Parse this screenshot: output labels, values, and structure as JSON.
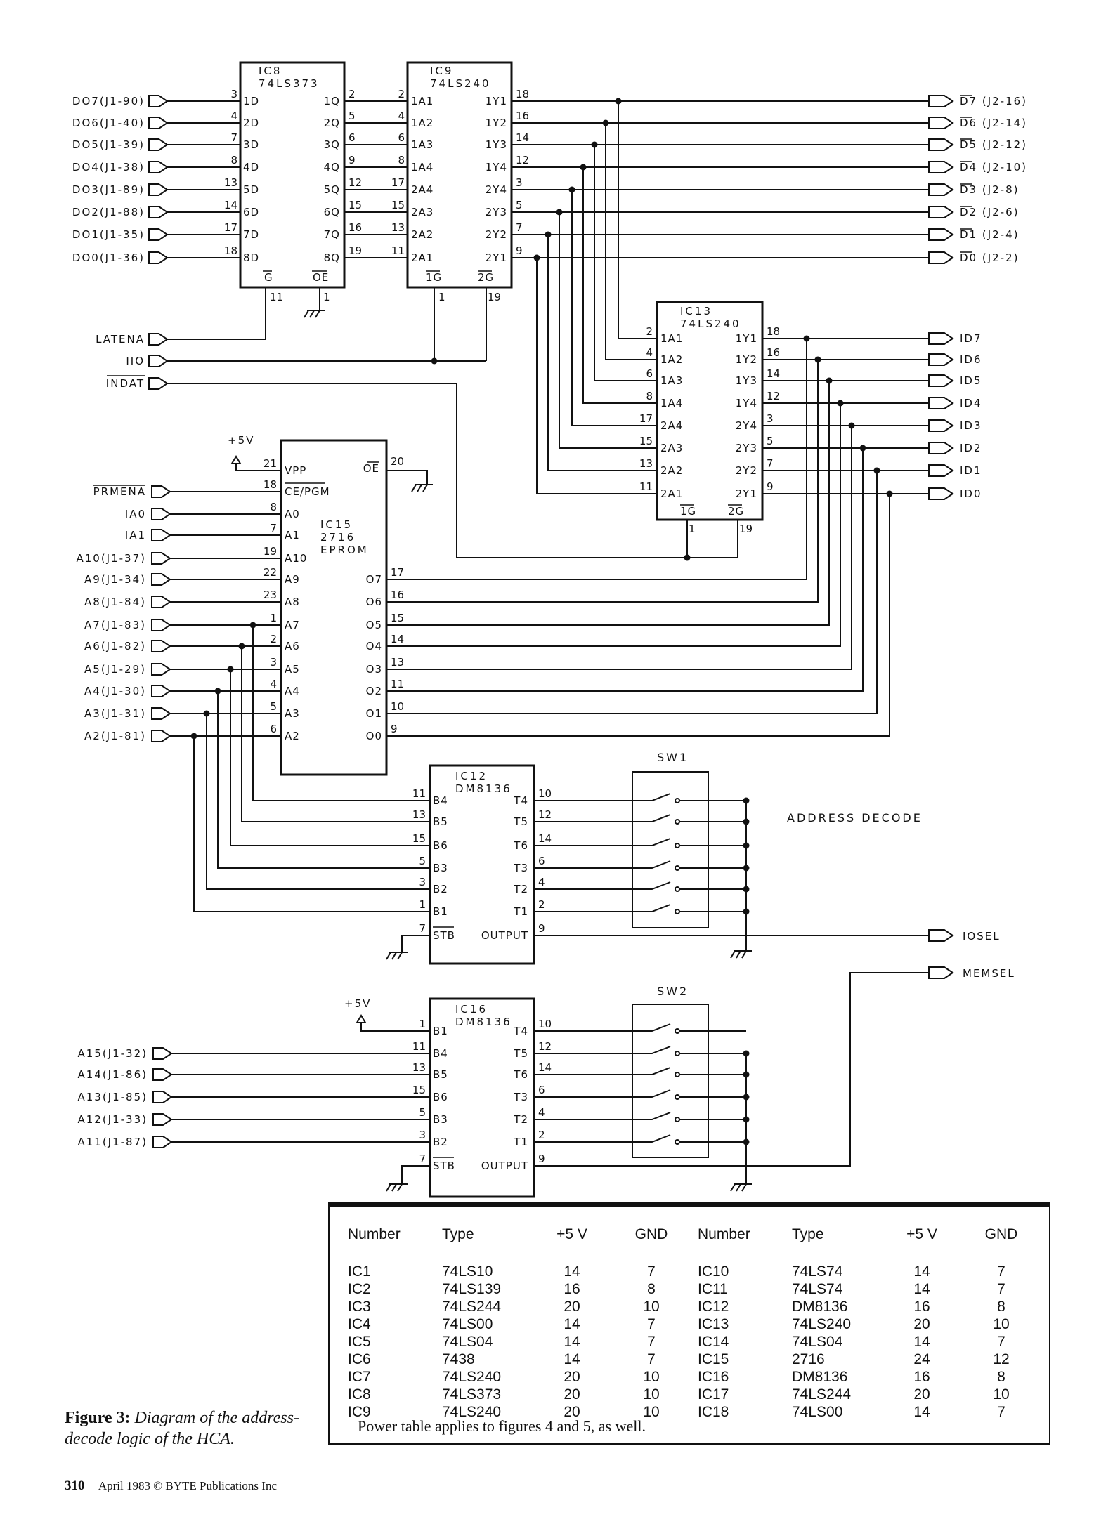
{
  "chips": {
    "ic8": {
      "name": "IC8",
      "type": "74LS373",
      "left_pins": [
        {
          "num": "3",
          "name": "1D"
        },
        {
          "num": "4",
          "name": "2D"
        },
        {
          "num": "7",
          "name": "3D"
        },
        {
          "num": "8",
          "name": "4D"
        },
        {
          "num": "13",
          "name": "5D"
        },
        {
          "num": "14",
          "name": "6D"
        },
        {
          "num": "17",
          "name": "7D"
        },
        {
          "num": "18",
          "name": "8D"
        }
      ],
      "right_pins": [
        {
          "num": "2",
          "name": "1Q"
        },
        {
          "num": "5",
          "name": "2Q"
        },
        {
          "num": "6",
          "name": "3Q"
        },
        {
          "num": "9",
          "name": "4Q"
        },
        {
          "num": "12",
          "name": "5Q"
        },
        {
          "num": "15",
          "name": "6Q"
        },
        {
          "num": "16",
          "name": "7Q"
        },
        {
          "num": "19",
          "name": "8Q"
        }
      ],
      "bottom_pins": [
        {
          "num": "11",
          "name": "G"
        },
        {
          "num": "1",
          "name": "OE"
        }
      ]
    },
    "ic9": {
      "name": "IC9",
      "type": "74LS240",
      "left_pins": [
        {
          "num": "2",
          "name": "1A1"
        },
        {
          "num": "4",
          "name": "1A2"
        },
        {
          "num": "6",
          "name": "1A3"
        },
        {
          "num": "8",
          "name": "1A4"
        },
        {
          "num": "17",
          "name": "2A4"
        },
        {
          "num": "15",
          "name": "2A3"
        },
        {
          "num": "13",
          "name": "2A2"
        },
        {
          "num": "11",
          "name": "2A1"
        }
      ],
      "right_pins": [
        {
          "num": "18",
          "name": "1Y1"
        },
        {
          "num": "16",
          "name": "1Y2"
        },
        {
          "num": "14",
          "name": "1Y3"
        },
        {
          "num": "12",
          "name": "1Y4"
        },
        {
          "num": "3",
          "name": "2Y4"
        },
        {
          "num": "5",
          "name": "2Y3"
        },
        {
          "num": "7",
          "name": "2Y2"
        },
        {
          "num": "9",
          "name": "2Y1"
        }
      ],
      "bottom_pins": [
        {
          "num": "1",
          "name": "1G"
        },
        {
          "num": "19",
          "name": "2G"
        }
      ]
    },
    "ic13": {
      "name": "IC13",
      "type": "74LS240",
      "left_pins": [
        {
          "num": "2",
          "name": "1A1"
        },
        {
          "num": "4",
          "name": "1A2"
        },
        {
          "num": "6",
          "name": "1A3"
        },
        {
          "num": "8",
          "name": "1A4"
        },
        {
          "num": "17",
          "name": "2A4"
        },
        {
          "num": "15",
          "name": "2A3"
        },
        {
          "num": "13",
          "name": "2A2"
        },
        {
          "num": "11",
          "name": "2A1"
        }
      ],
      "right_pins": [
        {
          "num": "18",
          "name": "1Y1"
        },
        {
          "num": "16",
          "name": "1Y2"
        },
        {
          "num": "14",
          "name": "1Y3"
        },
        {
          "num": "12",
          "name": "1Y4"
        },
        {
          "num": "3",
          "name": "2Y4"
        },
        {
          "num": "5",
          "name": "2Y3"
        },
        {
          "num": "7",
          "name": "2Y2"
        },
        {
          "num": "9",
          "name": "2Y1"
        }
      ],
      "bottom_pins": [
        {
          "num": "1",
          "name": "1G"
        },
        {
          "num": "19",
          "name": "2G"
        }
      ]
    },
    "ic15": {
      "name": "IC15",
      "type": "2716",
      "subtype": "EPROM",
      "left_pins": [
        {
          "num": "21",
          "name": "VPP"
        },
        {
          "num": "18",
          "name": "CE/PGM"
        },
        {
          "num": "8",
          "name": "A0"
        },
        {
          "num": "7",
          "name": "A1"
        },
        {
          "num": "19",
          "name": "A10"
        },
        {
          "num": "22",
          "name": "A9"
        },
        {
          "num": "23",
          "name": "A8"
        },
        {
          "num": "1",
          "name": "A7"
        },
        {
          "num": "2",
          "name": "A6"
        },
        {
          "num": "3",
          "name": "A5"
        },
        {
          "num": "4",
          "name": "A4"
        },
        {
          "num": "5",
          "name": "A3"
        },
        {
          "num": "6",
          "name": "A2"
        }
      ],
      "oe_pin": {
        "num": "20",
        "name": "OE"
      },
      "right_pins": [
        {
          "num": "17",
          "name": "O7"
        },
        {
          "num": "16",
          "name": "O6"
        },
        {
          "num": "15",
          "name": "O5"
        },
        {
          "num": "14",
          "name": "O4"
        },
        {
          "num": "13",
          "name": "O3"
        },
        {
          "num": "11",
          "name": "O2"
        },
        {
          "num": "10",
          "name": "O1"
        },
        {
          "num": "9",
          "name": "O0"
        }
      ]
    },
    "ic12": {
      "name": "IC12",
      "type": "DM8136",
      "left_pins": [
        {
          "num": "11",
          "name": "B4"
        },
        {
          "num": "13",
          "name": "B5"
        },
        {
          "num": "15",
          "name": "B6"
        },
        {
          "num": "5",
          "name": "B3"
        },
        {
          "num": "3",
          "name": "B2"
        },
        {
          "num": "1",
          "name": "B1"
        },
        {
          "num": "7",
          "name": "STB"
        }
      ],
      "right_pins": [
        {
          "num": "10",
          "name": "T4"
        },
        {
          "num": "12",
          "name": "T5"
        },
        {
          "num": "14",
          "name": "T6"
        },
        {
          "num": "6",
          "name": "T3"
        },
        {
          "num": "4",
          "name": "T2"
        },
        {
          "num": "2",
          "name": "T1"
        },
        {
          "num": "9",
          "name": "OUTPUT"
        }
      ]
    },
    "ic16": {
      "name": "IC16",
      "type": "DM8136",
      "left_pins": [
        {
          "num": "1",
          "name": "B1"
        },
        {
          "num": "11",
          "name": "B4"
        },
        {
          "num": "13",
          "name": "B5"
        },
        {
          "num": "15",
          "name": "B6"
        },
        {
          "num": "5",
          "name": "B3"
        },
        {
          "num": "3",
          "name": "B2"
        },
        {
          "num": "7",
          "name": "STB"
        }
      ],
      "right_pins": [
        {
          "num": "10",
          "name": "T4"
        },
        {
          "num": "12",
          "name": "T5"
        },
        {
          "num": "14",
          "name": "T6"
        },
        {
          "num": "6",
          "name": "T3"
        },
        {
          "num": "4",
          "name": "T2"
        },
        {
          "num": "2",
          "name": "T1"
        },
        {
          "num": "9",
          "name": "OUTPUT"
        }
      ]
    }
  },
  "signals": {
    "bus_in": [
      "DO7(J1-90)",
      "DO6(J1-40)",
      "DO5(J1-39)",
      "DO4(J1-38)",
      "DO3(J1-89)",
      "DO2(J1-88)",
      "DO1(J1-35)",
      "DO0(J1-36)"
    ],
    "bus_out": [
      "D7 (J2-16)",
      "D6 (J2-14)",
      "D5 (J2-12)",
      "D4 (J2-10)",
      "D3 (J2-8)",
      "D2 (J2-6)",
      "D1 (J2-4)",
      "D0 (J2-2)"
    ],
    "control": [
      "LATENA",
      "IIO",
      "INDAT"
    ],
    "id_out": [
      "ID7",
      "ID6",
      "ID5",
      "ID4",
      "ID3",
      "ID2",
      "ID1",
      "ID0"
    ],
    "eprom_in": [
      "PRMENA",
      "IA0",
      "IA1",
      "A10(J1-37)",
      "A9(J1-34)",
      "A8(J1-84)",
      "A7(J1-83)",
      "A6(J1-82)",
      "A5(J1-29)",
      "A4(J1-30)",
      "A3(J1-31)",
      "A2(J1-81)"
    ],
    "high_addr": [
      "A15(J1-32)",
      "A14(J1-86)",
      "A13(J1-85)",
      "A12(J1-33)",
      "A11(J1-87)"
    ],
    "iosel": "IOSEL",
    "memsel": "MEMSEL",
    "vcc": "+5V",
    "sw1": "SW1",
    "sw2": "SW2",
    "address_decode": "ADDRESS DECODE"
  },
  "power_table": {
    "headers": [
      "Number",
      "Type",
      "+5 V",
      "GND",
      "Number",
      "Type",
      "+5 V",
      "GND"
    ],
    "rows": [
      [
        "IC1",
        "74LS10",
        "14",
        "7",
        "IC10",
        "74LS74",
        "14",
        "7"
      ],
      [
        "IC2",
        "74LS139",
        "16",
        "8",
        "IC11",
        "74LS74",
        "14",
        "7"
      ],
      [
        "IC3",
        "74LS244",
        "20",
        "10",
        "IC12",
        "DM8136",
        "16",
        "8"
      ],
      [
        "IC4",
        "74LS00",
        "14",
        "7",
        "IC13",
        "74LS240",
        "20",
        "10"
      ],
      [
        "IC5",
        "74LS04",
        "14",
        "7",
        "IC14",
        "74LS04",
        "14",
        "7"
      ],
      [
        "IC6",
        "7438",
        "14",
        "7",
        "IC15",
        "2716",
        "24",
        "12"
      ],
      [
        "IC7",
        "74LS240",
        "20",
        "10",
        "IC16",
        "DM8136",
        "16",
        "8"
      ],
      [
        "IC8",
        "74LS373",
        "20",
        "10",
        "IC17",
        "74LS244",
        "20",
        "10"
      ],
      [
        "IC9",
        "74LS240",
        "20",
        "10",
        "IC18",
        "74LS00",
        "14",
        "7"
      ]
    ],
    "note": "Power table applies to figures 4 and 5, as well."
  },
  "caption": {
    "label": "Figure 3:",
    "text": "Diagram of the address-decode logic of the HCA."
  },
  "footer": {
    "page": "310",
    "text": "April 1983 © BYTE Publications Inc"
  }
}
